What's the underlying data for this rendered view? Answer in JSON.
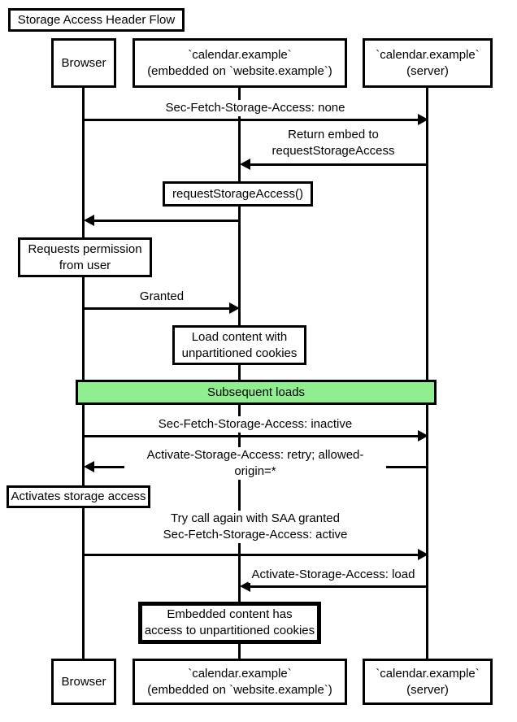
{
  "title": "Storage Access Header Flow",
  "participants": {
    "browser": "Browser",
    "embedded": "`calendar.example`\n(embedded on `website.example`)",
    "server": "`calendar.example`\n(server)"
  },
  "messages": {
    "sec_fetch_none": "Sec-Fetch-Storage-Access: none",
    "return_embed": "Return embed to\nrequestStorageAccess",
    "granted": "Granted",
    "sec_fetch_inactive": "Sec-Fetch-Storage-Access: inactive",
    "activate_retry": "Activate-Storage-Access: retry; allowed-origin=*",
    "try_again": "Try call again with SAA granted\nSec-Fetch-Storage-Access: active",
    "activate_load": "Activate-Storage-Access: load"
  },
  "notes": {
    "request_storage_access": "requestStorageAccess()",
    "requests_permission": "Requests permission\nfrom user",
    "load_content": "Load content with\nunpartitioned cookies",
    "activates_storage": "Activates storage access",
    "embedded_access": "Embedded content has\naccess to unpartitioned cookies"
  },
  "divider": {
    "label": "Subsequent loads",
    "color": "#90EE90"
  },
  "colors": {
    "line": "#000000",
    "background": "#ffffff",
    "note_bg": "#ffffff"
  }
}
